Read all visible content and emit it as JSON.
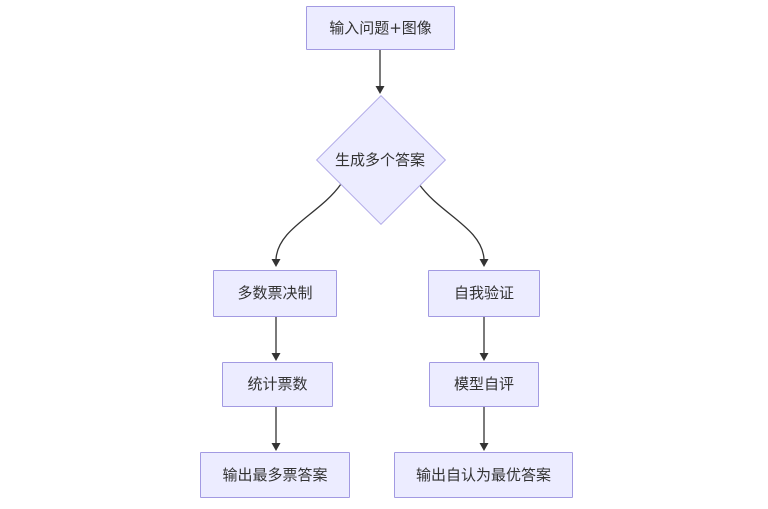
{
  "diagram": {
    "type": "flowchart",
    "direction": "top-down",
    "colors": {
      "background": "#ffffff",
      "node_fill": "#ececff",
      "node_border": "#a29ae2",
      "text": "#333333",
      "edge": "#333333"
    },
    "nodes": {
      "input": {
        "label": "输入问题+图像",
        "shape": "rect"
      },
      "generate": {
        "label": "生成多个答案",
        "shape": "diamond"
      },
      "majority": {
        "label": "多数票决制",
        "shape": "rect"
      },
      "count": {
        "label": "统计票数",
        "shape": "rect"
      },
      "output_majority": {
        "label": "输出最多票答案",
        "shape": "rect"
      },
      "self_verify": {
        "label": "自我验证",
        "shape": "rect"
      },
      "self_eval": {
        "label": "模型自评",
        "shape": "rect"
      },
      "output_best": {
        "label": "输出自认为最优答案",
        "shape": "rect"
      }
    },
    "edges": [
      {
        "from": "input",
        "to": "generate"
      },
      {
        "from": "generate",
        "to": "majority"
      },
      {
        "from": "generate",
        "to": "self_verify"
      },
      {
        "from": "majority",
        "to": "count"
      },
      {
        "from": "count",
        "to": "output_majority"
      },
      {
        "from": "self_verify",
        "to": "self_eval"
      },
      {
        "from": "self_eval",
        "to": "output_best"
      }
    ]
  }
}
